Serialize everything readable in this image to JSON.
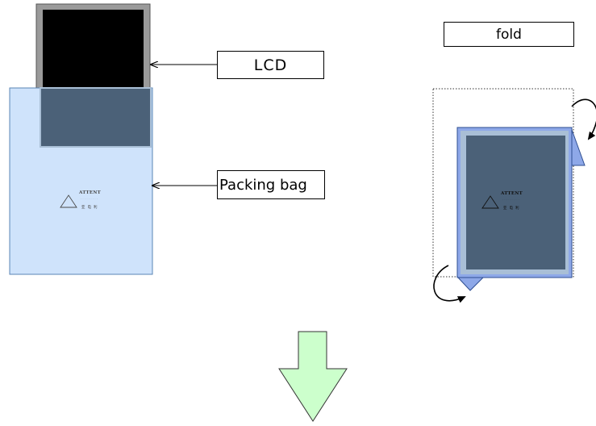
{
  "labels": {
    "lcd": "LCD",
    "packing_bag": "Packing bag",
    "fold": "fold"
  },
  "logo": {
    "brand": "ATTENT",
    "tagline": "· · · · · · · · ·",
    "chinese": "亚 电 利"
  },
  "colors": {
    "bag_fill": "#cfe3fb",
    "bag_stroke": "#5a84b4",
    "lcd_frame": "#9a9a9a",
    "lcd_screen": "#000000",
    "lcd_through_bag": "#4b6178",
    "folded_bag_fill": "#8ea8e8",
    "down_arrow_fill": "#ccffcc"
  }
}
